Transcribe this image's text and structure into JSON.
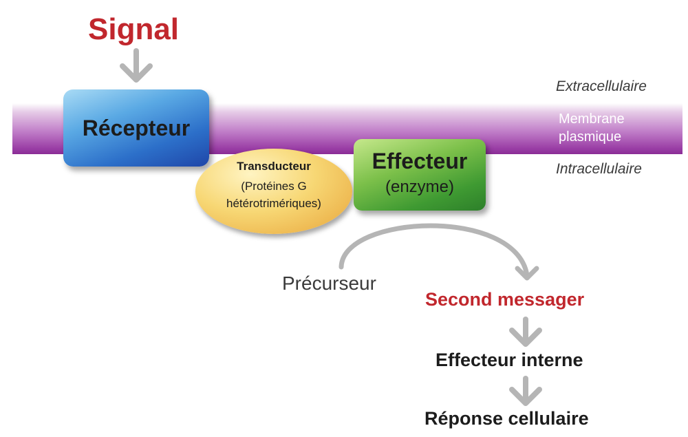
{
  "signal": "Signal",
  "zones": {
    "extracellular": "Extracellulaire",
    "membrane_line1": "Membrane",
    "membrane_line2": "plasmique",
    "intracellular": "Intracellulaire"
  },
  "receptor": {
    "label": "Récepteur"
  },
  "transducer": {
    "title": "Transducteur",
    "line1": "(Protéines G",
    "line2": "hétérotrimériques)"
  },
  "effector": {
    "title": "Effecteur",
    "subtitle": "(enzyme)"
  },
  "precursor": "Précurseur",
  "second_messenger": "Second messager",
  "internal_effector": "Effecteur interne",
  "cell_response": "Réponse cellulaire",
  "colors": {
    "signal_red": "#c1272d",
    "arrow_gray": "#b5b5b5",
    "membrane_purple": "#8a2c96",
    "receptor_blue": "#2c6fc9",
    "transducer_yellow": "#f7d774",
    "effector_green": "#3f9a32"
  }
}
